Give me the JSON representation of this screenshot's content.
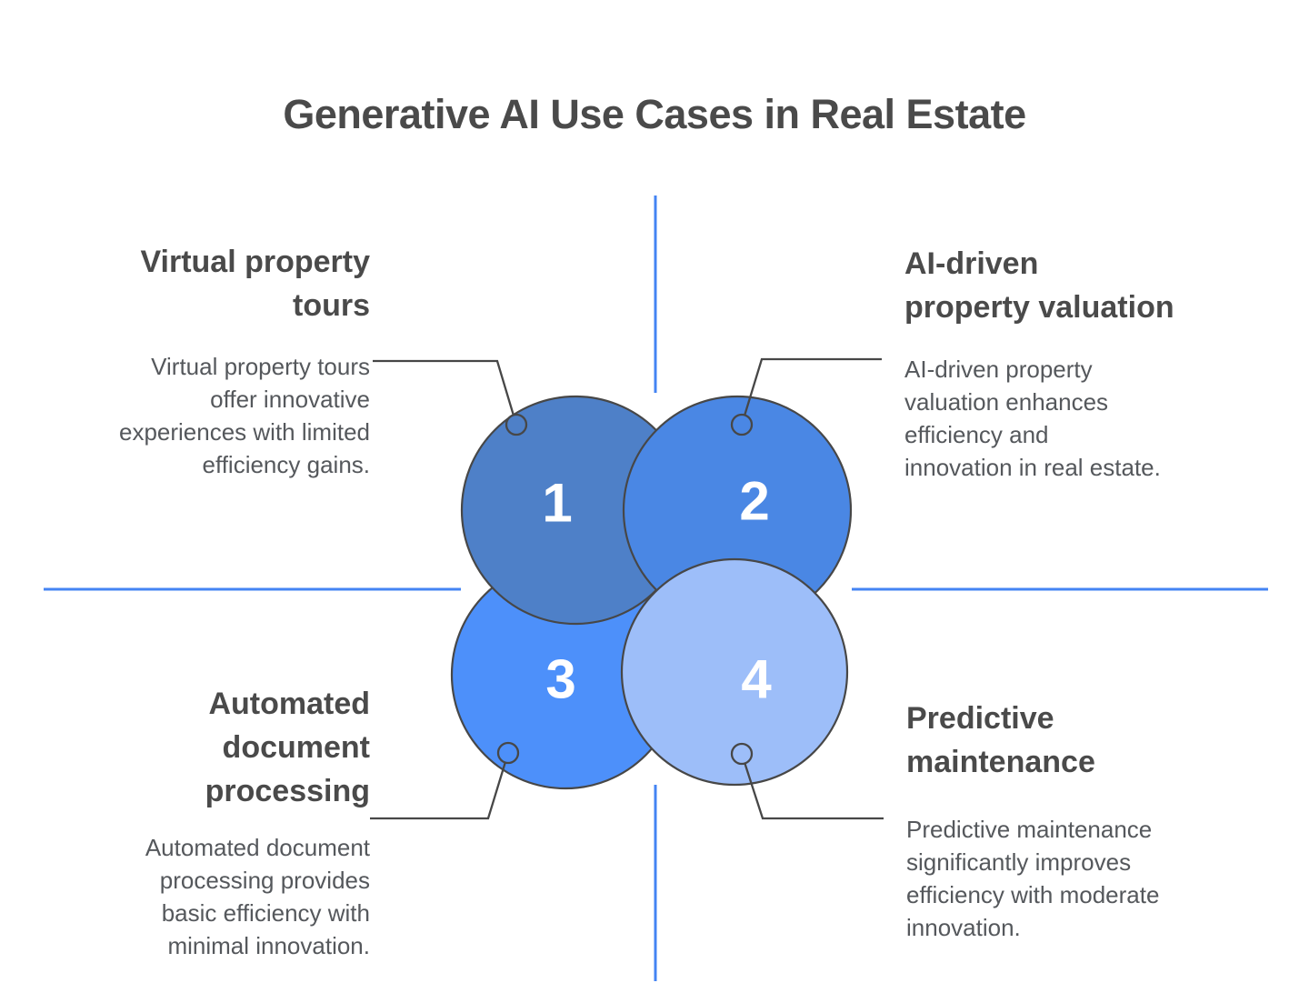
{
  "title": "Generative AI Use Cases in Real Estate",
  "colors": {
    "axis": "#4484F3",
    "outline": "#474747",
    "circle1": "#4E80C8",
    "circle2": "#4A87E4",
    "circle3": "#4D90FA",
    "circle4": "#9DBEF9",
    "number_text": "#FFFFFF",
    "heading_text": "#4A4A4A",
    "body_text": "#55585C"
  },
  "items": [
    {
      "number": "1",
      "heading_lines": [
        "Virtual property",
        "tours"
      ],
      "body_lines": [
        "Virtual property tours",
        "offer innovative",
        "experiences with limited",
        "efficiency gains."
      ]
    },
    {
      "number": "2",
      "heading_lines": [
        "AI-driven",
        "property valuation"
      ],
      "body_lines": [
        "AI-driven property",
        "valuation enhances",
        "efficiency and",
        "innovation in real estate."
      ]
    },
    {
      "number": "3",
      "heading_lines": [
        "Automated",
        "document",
        "processing"
      ],
      "body_lines": [
        "Automated document",
        "processing provides",
        "basic efficiency with",
        "minimal innovation."
      ]
    },
    {
      "number": "4",
      "heading_lines": [
        "Predictive",
        "maintenance"
      ],
      "body_lines": [
        "Predictive maintenance",
        "significantly improves",
        "efficiency with moderate",
        "innovation."
      ]
    }
  ]
}
